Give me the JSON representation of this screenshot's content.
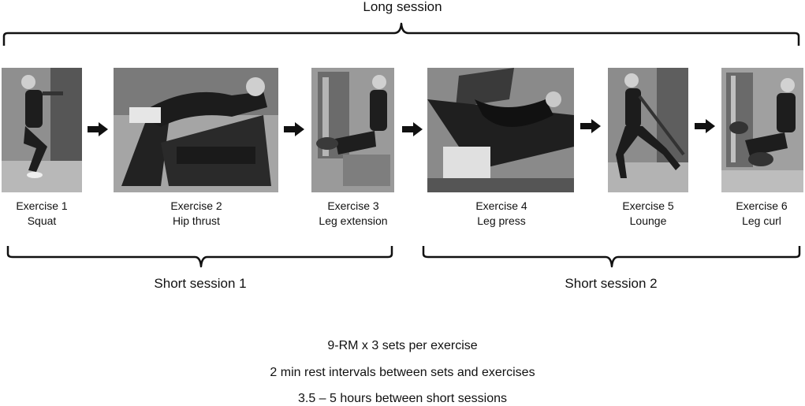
{
  "long_session_label": "Long session",
  "exercises": [
    {
      "number": "Exercise 1",
      "name": "Squat"
    },
    {
      "number": "Exercise 2",
      "name": "Hip thrust"
    },
    {
      "number": "Exercise 3",
      "name": "Leg extension"
    },
    {
      "number": "Exercise 4",
      "name": "Leg press"
    },
    {
      "number": "Exercise 5",
      "name": "Lounge"
    },
    {
      "number": "Exercise 6",
      "name": "Leg curl"
    }
  ],
  "short_sessions": [
    "Short session 1",
    "Short session 2"
  ],
  "notes": [
    "9-RM x 3 sets per exercise",
    "2 min rest intervals between sets and exercises",
    "3.5 – 5 hours between short sessions"
  ]
}
